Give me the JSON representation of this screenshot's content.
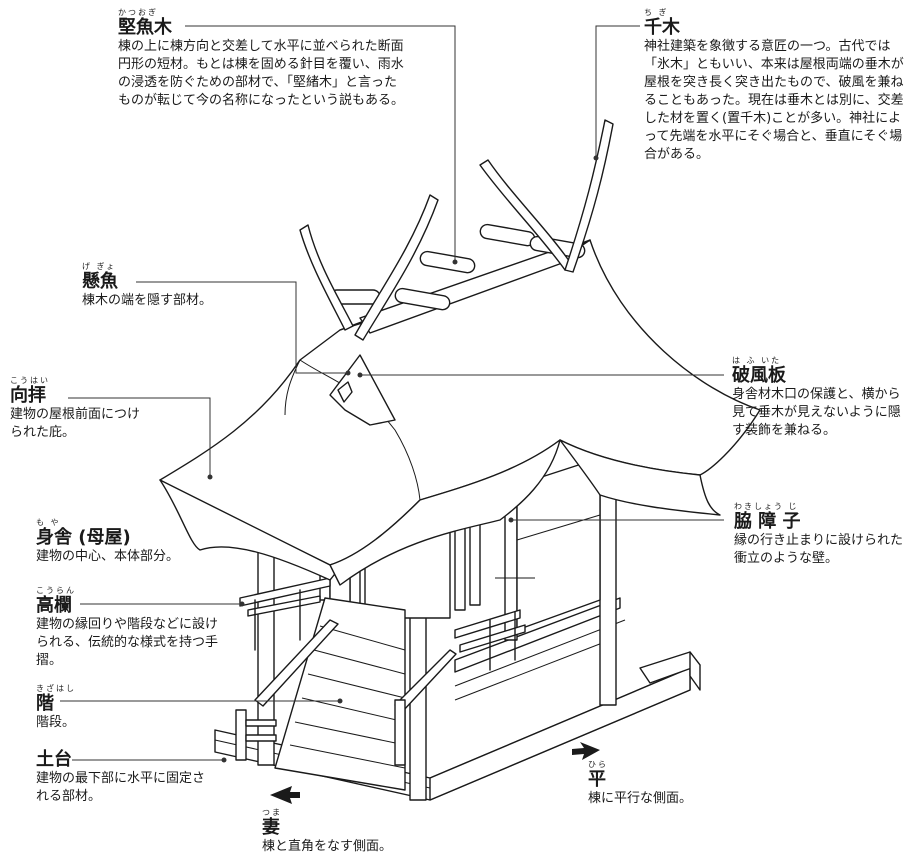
{
  "labels": {
    "katsuogi": {
      "ruby": "かつおぎ",
      "term": "堅魚木",
      "desc": "棟の上に棟方向と交差して水平に並べられた断面円形の短材。もとは棟を固める針目を覆い、雨水の浸透を防ぐための部材で、「堅緒木」と言ったものが転じて今の名称になったという説もある。"
    },
    "chigi": {
      "ruby": "ち ぎ",
      "term": "千木",
      "desc": "神社建築を象徴する意匠の一つ。古代では「氷木」ともいい、本来は屋根両端の垂木が屋根を突き長く突き出たもので、破風を兼ねることもあった。現在は垂木とは別に、交差した材を置く(置千木)ことが多い。神社によって先端を水平にそぐ場合と、垂直にそぐ場合がある。"
    },
    "gegyo": {
      "ruby": "げ ぎょ",
      "term": "懸魚",
      "desc": "棟木の端を隠す部材。"
    },
    "kouhai": {
      "ruby": "こうはい",
      "term": "向拝",
      "desc": "建物の屋根前面につけられた庇。"
    },
    "hafuita": {
      "ruby": "は ふ いた",
      "term": "破風板",
      "desc": "身舎材木口の保護と、横から見て垂木が見えないように隠す装飾を兼ねる。"
    },
    "moya": {
      "ruby": "も や",
      "term": "身舎 (母屋)",
      "desc": "建物の中心、本体部分。"
    },
    "wakishouji": {
      "ruby": "わきしょう じ",
      "term": "脇 障 子",
      "desc": "縁の行き止まりに設けられた衝立のような壁。"
    },
    "kouran": {
      "ruby": "こうらん",
      "term": "高欄",
      "desc": "建物の縁回りや階段などに設けられる、伝統的な様式を持つ手摺。"
    },
    "kizahashi": {
      "ruby": "きざはし",
      "term": "階",
      "desc": "階段。"
    },
    "dodai": {
      "ruby": "",
      "term": "土台",
      "desc": "建物の最下部に水平に固定される部材。"
    },
    "hira": {
      "ruby": "ひら",
      "term": "平",
      "desc": "棟に平行な側面。"
    },
    "tsuma": {
      "ruby": "つま",
      "term": "妻",
      "desc": "棟と直角をなす側面。"
    }
  }
}
